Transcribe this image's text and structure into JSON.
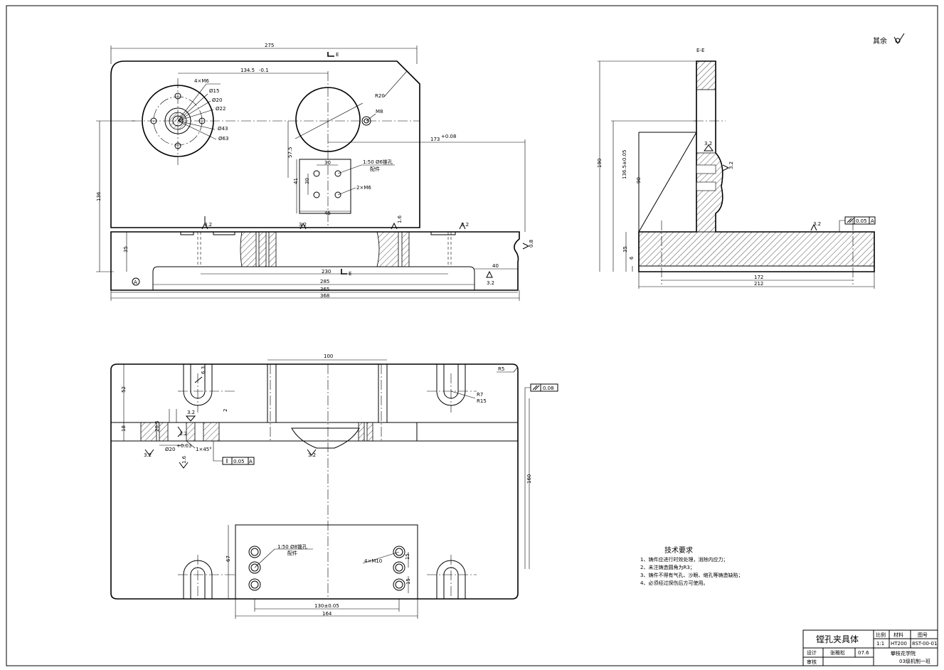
{
  "roughness_note": "其余",
  "section_label": "E-E",
  "section_mark": "E",
  "front_view": {
    "overall_275": "275",
    "dim_134": "134.5",
    "dim_134_tol": "-0.1",
    "hole_4m6": "4×M6",
    "d15": "Ø15",
    "d20": "Ø20",
    "d22": "Ø22",
    "d43": "Ø43",
    "d63": "Ø63",
    "r20": "R20",
    "m8": "M8",
    "dim_173": "173",
    "dim_173_tol": "+0.08",
    "dim_57": "57.5",
    "dim_30a": "30",
    "dim_30b": "30",
    "dim_41": "41",
    "dim_45": "45",
    "pin_note": "1:50 Ø6锥孔",
    "pin_note2": "配件",
    "hole_2m6": "2×M6",
    "dim_136": "136",
    "dim_35": "35",
    "dim_230": "230",
    "dim_285": "285",
    "dim_365": "365",
    "dim_368": "368",
    "dim_40": "40",
    "ra_32": "3.2",
    "ra_16": "1.6",
    "ra_08": "0.8",
    "datum": "A"
  },
  "side_view": {
    "dim_190": "190",
    "dim_136_5": "136.5±0.05",
    "dim_90": "90",
    "dim_35": "35",
    "dim_6": "6",
    "dim_172": "172",
    "dim_212": "212",
    "tol_value": "0.05",
    "datum": "A",
    "ra_32": "3.2"
  },
  "top_view": {
    "dim_100": "100",
    "dim_52": "52",
    "dim_18": "18",
    "dim_20_5": "20.5",
    "dim_d20": "Ø20",
    "dim_d20_tol": "+0.03",
    "dim_chamfer": "1×45°",
    "dim_2": "2",
    "r5": "R5",
    "r7": "R7",
    "r15": "R15",
    "par_tol": "0.08",
    "perp_tol": "0.05",
    "datum": "A",
    "dim_160": "160",
    "dim_67": "67",
    "pin_note": "1:50 Ø8锥孔",
    "pin_note2": "配件",
    "hole_4m10": "4×M10",
    "dim_15": "15",
    "dim_15b": "15",
    "dim_130": "130±0.05",
    "dim_164": "164",
    "ra_32": "3.2",
    "ra_63": "6.3",
    "ra_16": "1.6"
  },
  "tech_req": {
    "title": "技术要求",
    "items": [
      "1、铸件应进行时效处理，消除内应力；",
      "2、未注铸造圆角为R3；",
      "3、铸件不得有气孔、沙眼、缩孔等铸造缺陷；",
      "4、必须经过探伤后方可使用。"
    ]
  },
  "title_block": {
    "name": "镗孔夹具体",
    "scale_label": "比例",
    "material_label": "材料",
    "drawing_no_label": "图号",
    "scale": "1:1",
    "material": "HT200",
    "drawing_no": "8ST-00-01",
    "design_label": "设计",
    "designer": "张稚松",
    "date": "07.6",
    "review_label": "审核",
    "school": "攀枝花学院",
    "class": "03级机制一班"
  }
}
